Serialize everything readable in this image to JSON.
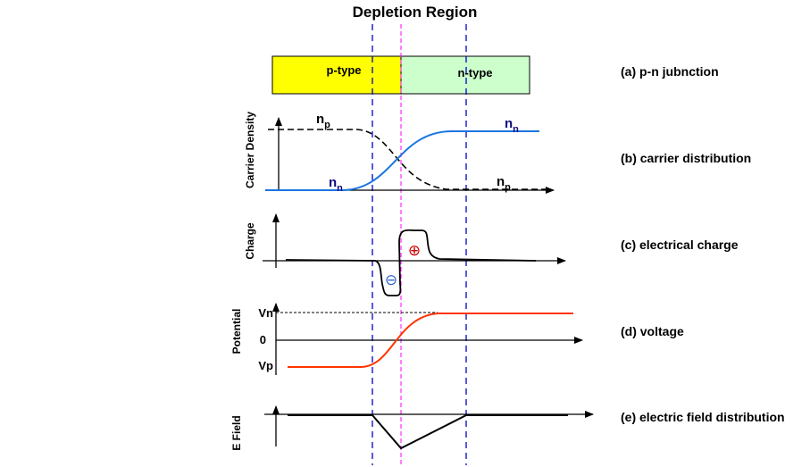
{
  "title": "Depletion Region",
  "bar": {
    "p_label": "p-type",
    "n_label": "n-type",
    "p_color": "#ffff00",
    "n_color": "#ccffcc"
  },
  "labels": {
    "a": "(a) p-n jubnction",
    "b": "(b) carrier distribution",
    "c": "(c) electrical charge",
    "d": "(d) voltage",
    "e": "(e) electric field distribution"
  },
  "axes": {
    "carrier": "Carrier Density",
    "charge": "Charge",
    "potential": "Potential",
    "efield": "E Field"
  },
  "carrier": {
    "np_left_main": "n",
    "np_left_sub": "p",
    "nn_left_main": "n",
    "nn_left_sub": "n",
    "nn_right_main": "n",
    "nn_right_sub": "n",
    "np_right_main": "n",
    "np_right_sub": "p"
  },
  "charge": {
    "minus_symbol": "⊖",
    "plus_symbol": "⊕"
  },
  "voltage": {
    "vn": "Vn",
    "zero": "0",
    "vp": "Vp"
  },
  "colors": {
    "electron_curve": "#1a75e0",
    "voltage_curve": "#ff3300",
    "depletion_edge": "#0000cc",
    "junction_line": "#ff00ff",
    "plus_symbol": "#cc0000",
    "minus_symbol": "#3366cc"
  }
}
